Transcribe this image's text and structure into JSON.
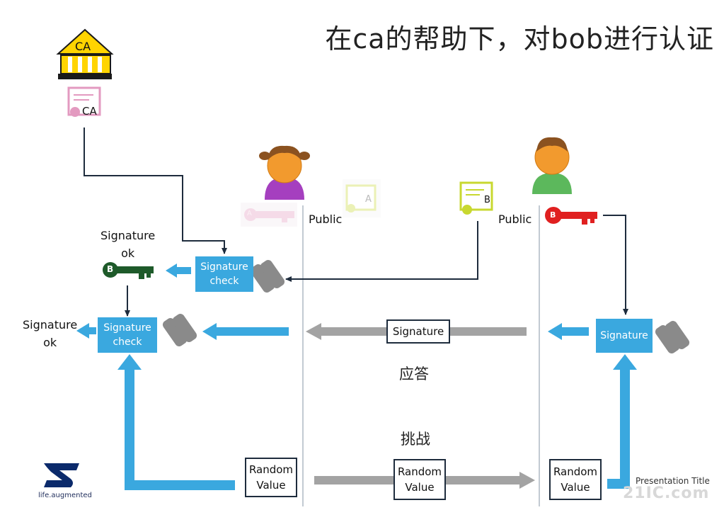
{
  "title": "在ca的帮助下，对bob进行认证",
  "ca": {
    "building_label": "CA",
    "cert_label": "CA"
  },
  "left": {
    "sig_ok_top": "Signature\nok",
    "sig_ok_left": "Signature\nok",
    "key_letter": "B",
    "check_top": "Signature\ncheck",
    "check_bottom": "Signature\ncheck"
  },
  "alice": {
    "public_label": "Public",
    "cert_letter": "A",
    "key_letter": "A"
  },
  "bob": {
    "public_label": "Public",
    "cert_letter": "B",
    "key_letter": "B",
    "signature_box": "Signature"
  },
  "channel": {
    "signature_box": "Signature",
    "response_label": "应答",
    "challenge_label": "挑战",
    "random_left": "Random\nValue",
    "random_mid": "Random\nValue",
    "random_right": "Random\nValue"
  },
  "footer": {
    "logo_tagline": "life.augmented",
    "presentation_title": "Presentation Title",
    "watermark": "21IC.com"
  },
  "colors": {
    "blue": "#3aa8df",
    "gray": "#9e9e9e",
    "navy": "#1e2c3d",
    "green": "#1e5a2a",
    "red": "#e02020",
    "pink": "#e8a8c8",
    "yellow_green": "#c8d830"
  }
}
